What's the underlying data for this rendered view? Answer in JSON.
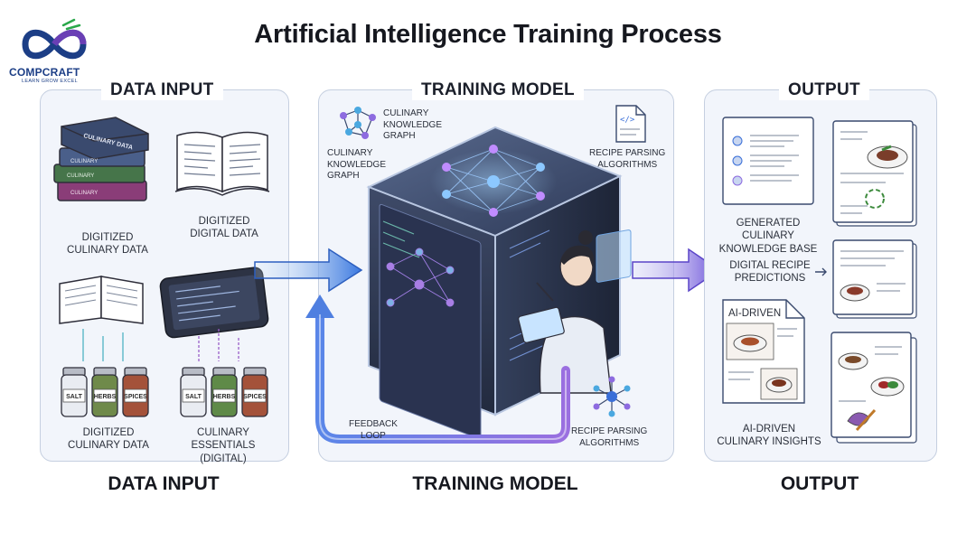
{
  "title": "Artificial Intelligence Training Process",
  "logo": {
    "name": "COMPCRAFT",
    "tagline": "LEARN GROW EXCEL"
  },
  "panels": {
    "input": {
      "heading": "DATA INPUT",
      "book_spines": [
        "CULINARY DATA",
        "CULINARY",
        "CULINARY",
        "CULINARY"
      ],
      "labels": {
        "books": "DIGITIZED\nCULINARY DATA",
        "open_book": "DIGITIZED\nDIGITAL DATA",
        "jars1": "DIGITIZED\nCULINARY DATA",
        "jars2": "CULINARY ESSENTIALS\n(DIGITAL)"
      },
      "jars": [
        "SALT",
        "HERBS",
        "SPICES"
      ]
    },
    "training": {
      "heading": "TRAINING MODEL",
      "labels": {
        "kg_small": "CULINARY\nKNOWLEDGE\nGRAPH",
        "kg": "CULINARY\nKNOWLEDGE\nGRAPH",
        "parsing_top": "RECIPE PARSING\nALGORITHMS",
        "feedback": "FEEDBACK\nLOOP",
        "parsing_bottom": "RECIPE PARSING\nALGORITHMS"
      }
    },
    "output": {
      "heading": "OUTPUT",
      "labels": {
        "knowledge_base": "GENERATED CULINARY\nKNOWLEDGE BASE",
        "predictions": "DIGITAL RECIPE\nPREDICTIONS",
        "ai_driven_doc": "AI-DRIVEN",
        "insights": "AI-DRIVEN\nCULINARY INSIGHTS"
      }
    }
  },
  "footers": [
    "DATA INPUT",
    "TRAINING MODEL",
    "OUTPUT"
  ],
  "colors": {
    "accent": "#3a6fd8",
    "panel_bg": "#f2f5fb",
    "border": "#c5cfe0",
    "logo": "#1c3e86"
  }
}
